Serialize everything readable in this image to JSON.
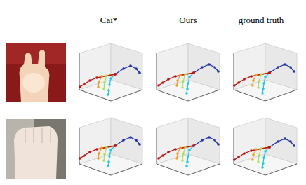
{
  "diagram": {
    "labels": [
      "Cai*",
      "Ours",
      "ground truth"
    ]
  }
}
